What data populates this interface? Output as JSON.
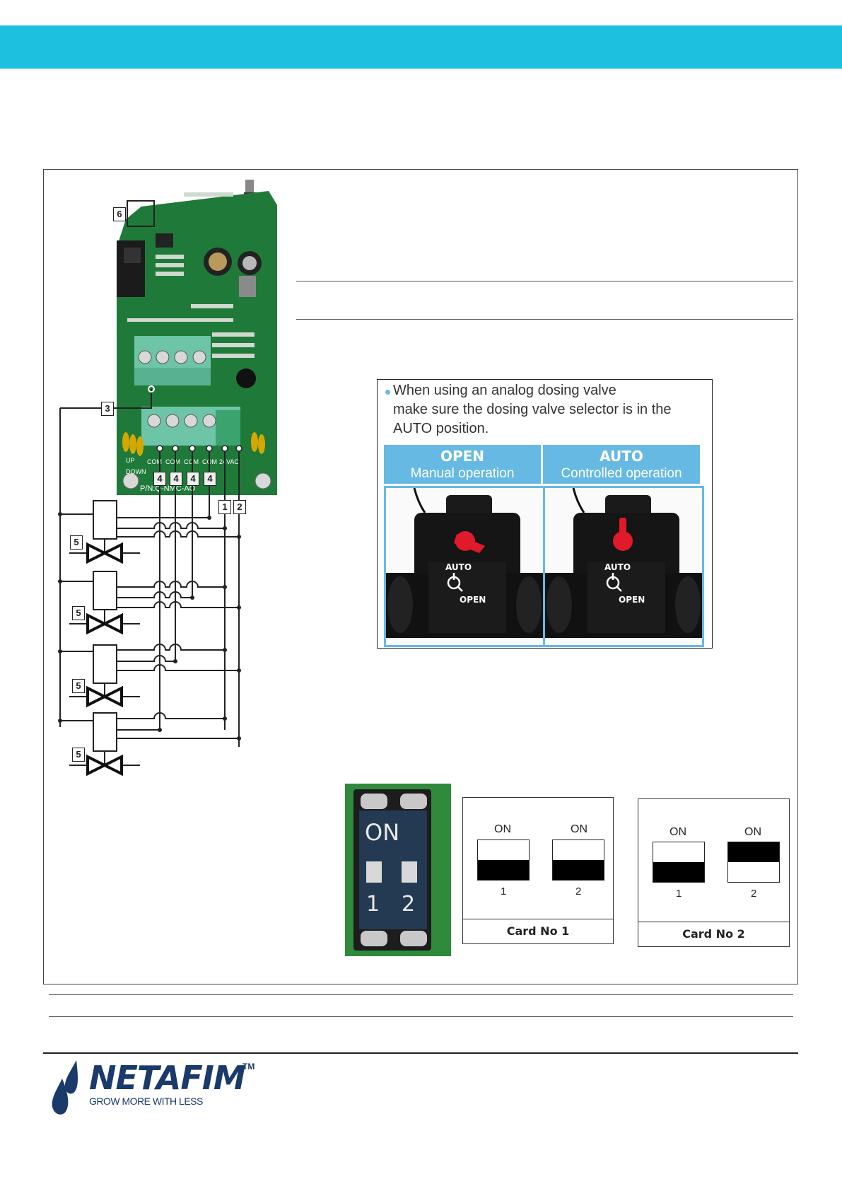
{
  "colors": {
    "header_bar": "#1ec0df",
    "callout_header": "#66b9e3",
    "pcb_green": "#1f7a3a",
    "terminal_green": "#5fbf9e",
    "selector_red": "#e0192b",
    "logo_blue": "#1a3a6b"
  },
  "pcb": {
    "callouts": [
      "6",
      "3",
      "4",
      "4",
      "4",
      "4",
      "1",
      "2"
    ],
    "terminal_labels": [
      "UP",
      "DOWN",
      "COM",
      "COM",
      "COM",
      "COM",
      "24VAC"
    ],
    "part_number": "P/N:Q-NMC-AO"
  },
  "wiring": {
    "valve_callouts": [
      "5",
      "5",
      "5",
      "5"
    ]
  },
  "dosing_note": {
    "lines": [
      "When using an analog dosing valve",
      "make sure the dosing valve selector is in the",
      "AUTO position."
    ],
    "modes": [
      {
        "title": "OPEN",
        "subtitle": "Manual operation"
      },
      {
        "title": "AUTO",
        "subtitle": "Controlled operation"
      }
    ],
    "valve_markings": {
      "auto": "AUTO",
      "open": "OPEN"
    }
  },
  "dip_switch": {
    "photo_on": "ON",
    "photo_numbers": [
      "1",
      "2"
    ],
    "cards": [
      {
        "title": "Card No 1",
        "switches": [
          {
            "label": "ON",
            "number": "1",
            "on": false
          },
          {
            "label": "ON",
            "number": "2",
            "on": false
          }
        ]
      },
      {
        "title": "Card No 2",
        "switches": [
          {
            "label": "ON",
            "number": "1",
            "on": false
          },
          {
            "label": "ON",
            "number": "2",
            "on": true
          }
        ]
      }
    ]
  },
  "footer": {
    "brand": "NETAFIM",
    "trademark": "TM",
    "tagline": "GROW MORE WITH LESS"
  }
}
